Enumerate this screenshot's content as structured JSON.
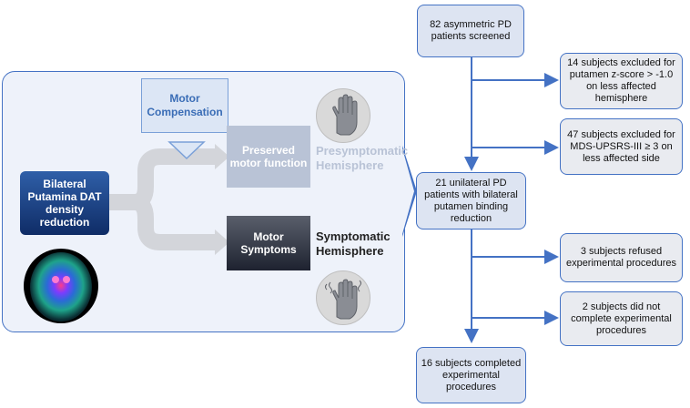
{
  "left_panel": {
    "motor_compensation": "Motor Compensation",
    "bilateral": "Bilateral Putamina DAT density reduction",
    "preserved": "Preserved motor function",
    "presymptomatic": "Presymptomatic Hemisphere",
    "motor_symptoms": "Motor Symptoms",
    "symptomatic": "Symptomatic Hemisphere",
    "icons": [
      "brain-scan-image",
      "hand-icon",
      "tremor-hand-icon"
    ]
  },
  "flowchart": {
    "screened": "82 asymmetric PD patients screened",
    "excluded_putamen": "14 subjects excluded for putamen z-score > -1.0 on less affected hemisphere",
    "excluded_updrs": "47 subjects excluded for MDS-UPSRS-III ≥ 3 on less affected side",
    "unilateral": "21 unilateral PD patients with bilateral putamen binding reduction",
    "refused": "3 subjects refused experimental procedures",
    "incomplete": "2 subjects did not complete experimental procedures",
    "completed": "16 subjects completed experimental procedures"
  },
  "colors": {
    "accent": "#4472c4",
    "panel_bg": "#eef2fa",
    "box_bg": "#dde4f2"
  }
}
